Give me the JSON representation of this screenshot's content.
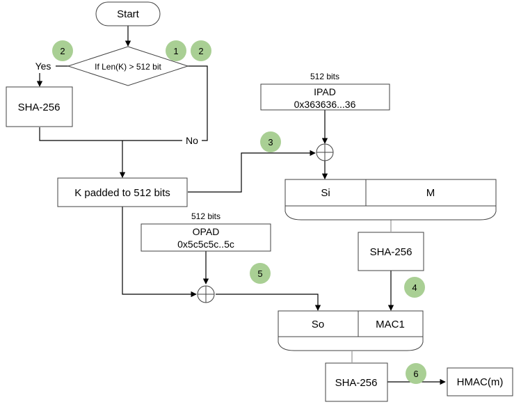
{
  "nodes": {
    "start": "Start",
    "decision": "If Len(K) > 512 bit",
    "yes": "Yes",
    "no": "No",
    "sha_left": "SHA-256",
    "k_padded": "K padded to 512 bits",
    "ipad_bits": "512 bits",
    "ipad_name": "IPAD",
    "ipad_value": "0x363636...36",
    "opad_bits": "512 bits",
    "opad_name": "OPAD",
    "opad_value": "0x5c5c5c..5c",
    "si": "Si",
    "m": "M",
    "sha_mid": "SHA-256",
    "so": "So",
    "mac1": "MAC1",
    "sha_bottom": "SHA-256",
    "hmac": "HMAC(m)"
  },
  "badges": {
    "b1": "1",
    "b2a": "2",
    "b2b": "2",
    "b3": "3",
    "b4": "4",
    "b5": "5",
    "b6": "6"
  },
  "colors": {
    "badge": "#a9cf94",
    "border": "#404040"
  }
}
